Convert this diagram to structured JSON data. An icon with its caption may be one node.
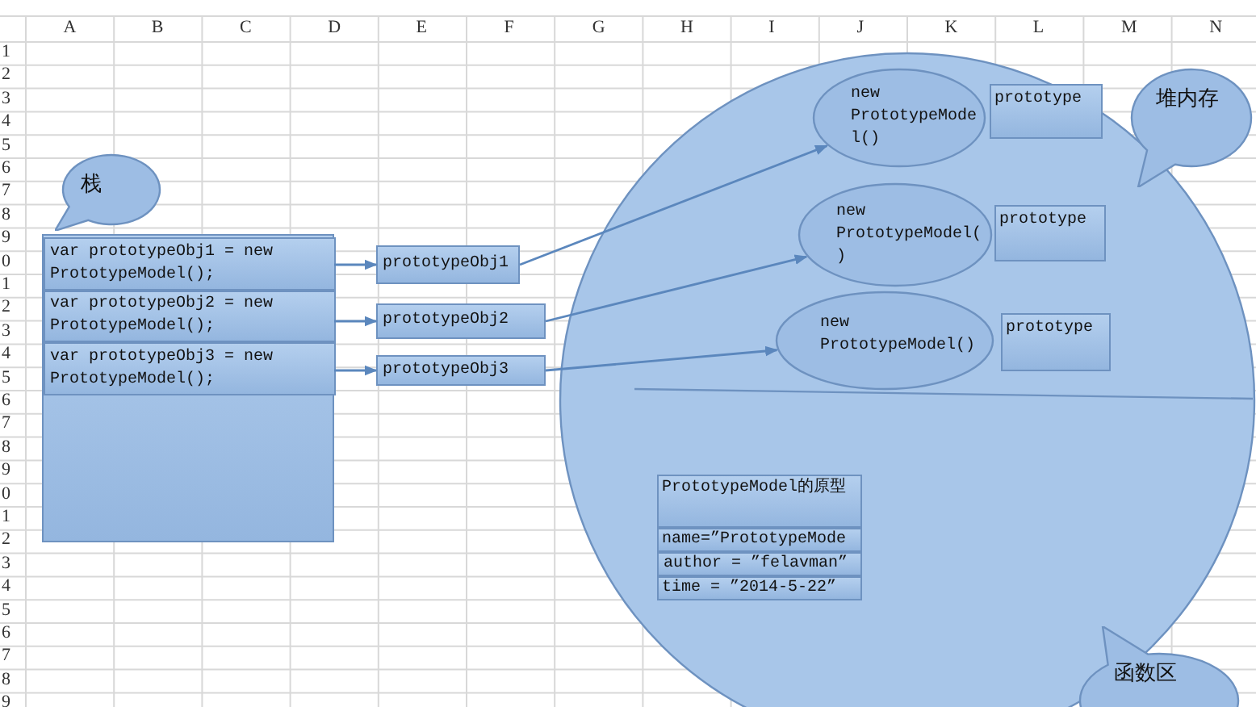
{
  "diagram": {
    "nodes": [
      {
        "text": [
          "栈"
        ]
      },
      {
        "text": [],
        "shape": "box"
      },
      {
        "text": [
          "var prototypeObj1 = new PrototypeModel();"
        ],
        "in": 1
      },
      {
        "text": [
          "var prototypeObj2 = new PrototypeModel();"
        ],
        "in": 1
      },
      {
        "text": [
          "var prototypeObj3 = new PrototypeModel();"
        ],
        "in": 1
      },
      {
        "text": [
          "prototypeObj1"
        ]
      },
      {
        "text": [
          "prototypeObj2"
        ]
      },
      {
        "text": [
          "prototypeObj3"
        ]
      },
      {
        "text": [],
        "shape": "circle"
      },
      {
        "text": [
          "new PrototypeModel()"
        ],
        "in": 8
      },
      {
        "text": [
          "prototype"
        ],
        "in": 8
      },
      {
        "text": [
          "new PrototypeModel()"
        ],
        "in": 8
      },
      {
        "text": [
          "prototype"
        ],
        "in": 8
      },
      {
        "text": [
          "new PrototypeModel()"
        ],
        "in": 8
      },
      {
        "text": [
          "prototype"
        ],
        "in": 8
      },
      {
        "text": [
          "堆内存"
        ]
      },
      {
        "text": [
          "PrototypeModel的原型"
        ],
        "in": 8
      },
      {
        "text": [
          "name=”PrototypeMode"
        ],
        "in": 8
      },
      {
        "text": [
          "author = ”felavman”"
        ],
        "in": 8
      },
      {
        "text": [
          "time = ”2014-5-22”"
        ],
        "in": 8
      },
      {
        "text": [
          "函数区"
        ]
      }
    ],
    "edges": [
      {
        "from": 2,
        "to": 5,
        "arrow": "to"
      },
      {
        "from": 3,
        "to": 6,
        "arrow": "to"
      },
      {
        "from": 4,
        "to": 7,
        "arrow": "to"
      },
      {
        "from": 5,
        "to": 9,
        "arrow": "to"
      },
      {
        "from": 6,
        "to": 11,
        "arrow": "to"
      },
      {
        "from": 7,
        "to": 13,
        "arrow": "to"
      }
    ],
    "labels": [
      "A",
      "B",
      "C",
      "D",
      "E",
      "F",
      "G",
      "H",
      "I",
      "J",
      "K",
      "L",
      "M",
      "N",
      "1",
      "2",
      "3",
      "4",
      "5",
      "6",
      "7",
      "8",
      "9",
      "0",
      "1",
      "2",
      "3",
      "4",
      "5",
      "6",
      "7",
      "8",
      "9",
      "0",
      "1",
      "2",
      "3",
      "4",
      "5",
      "6",
      "7",
      "8",
      "9"
    ]
  }
}
